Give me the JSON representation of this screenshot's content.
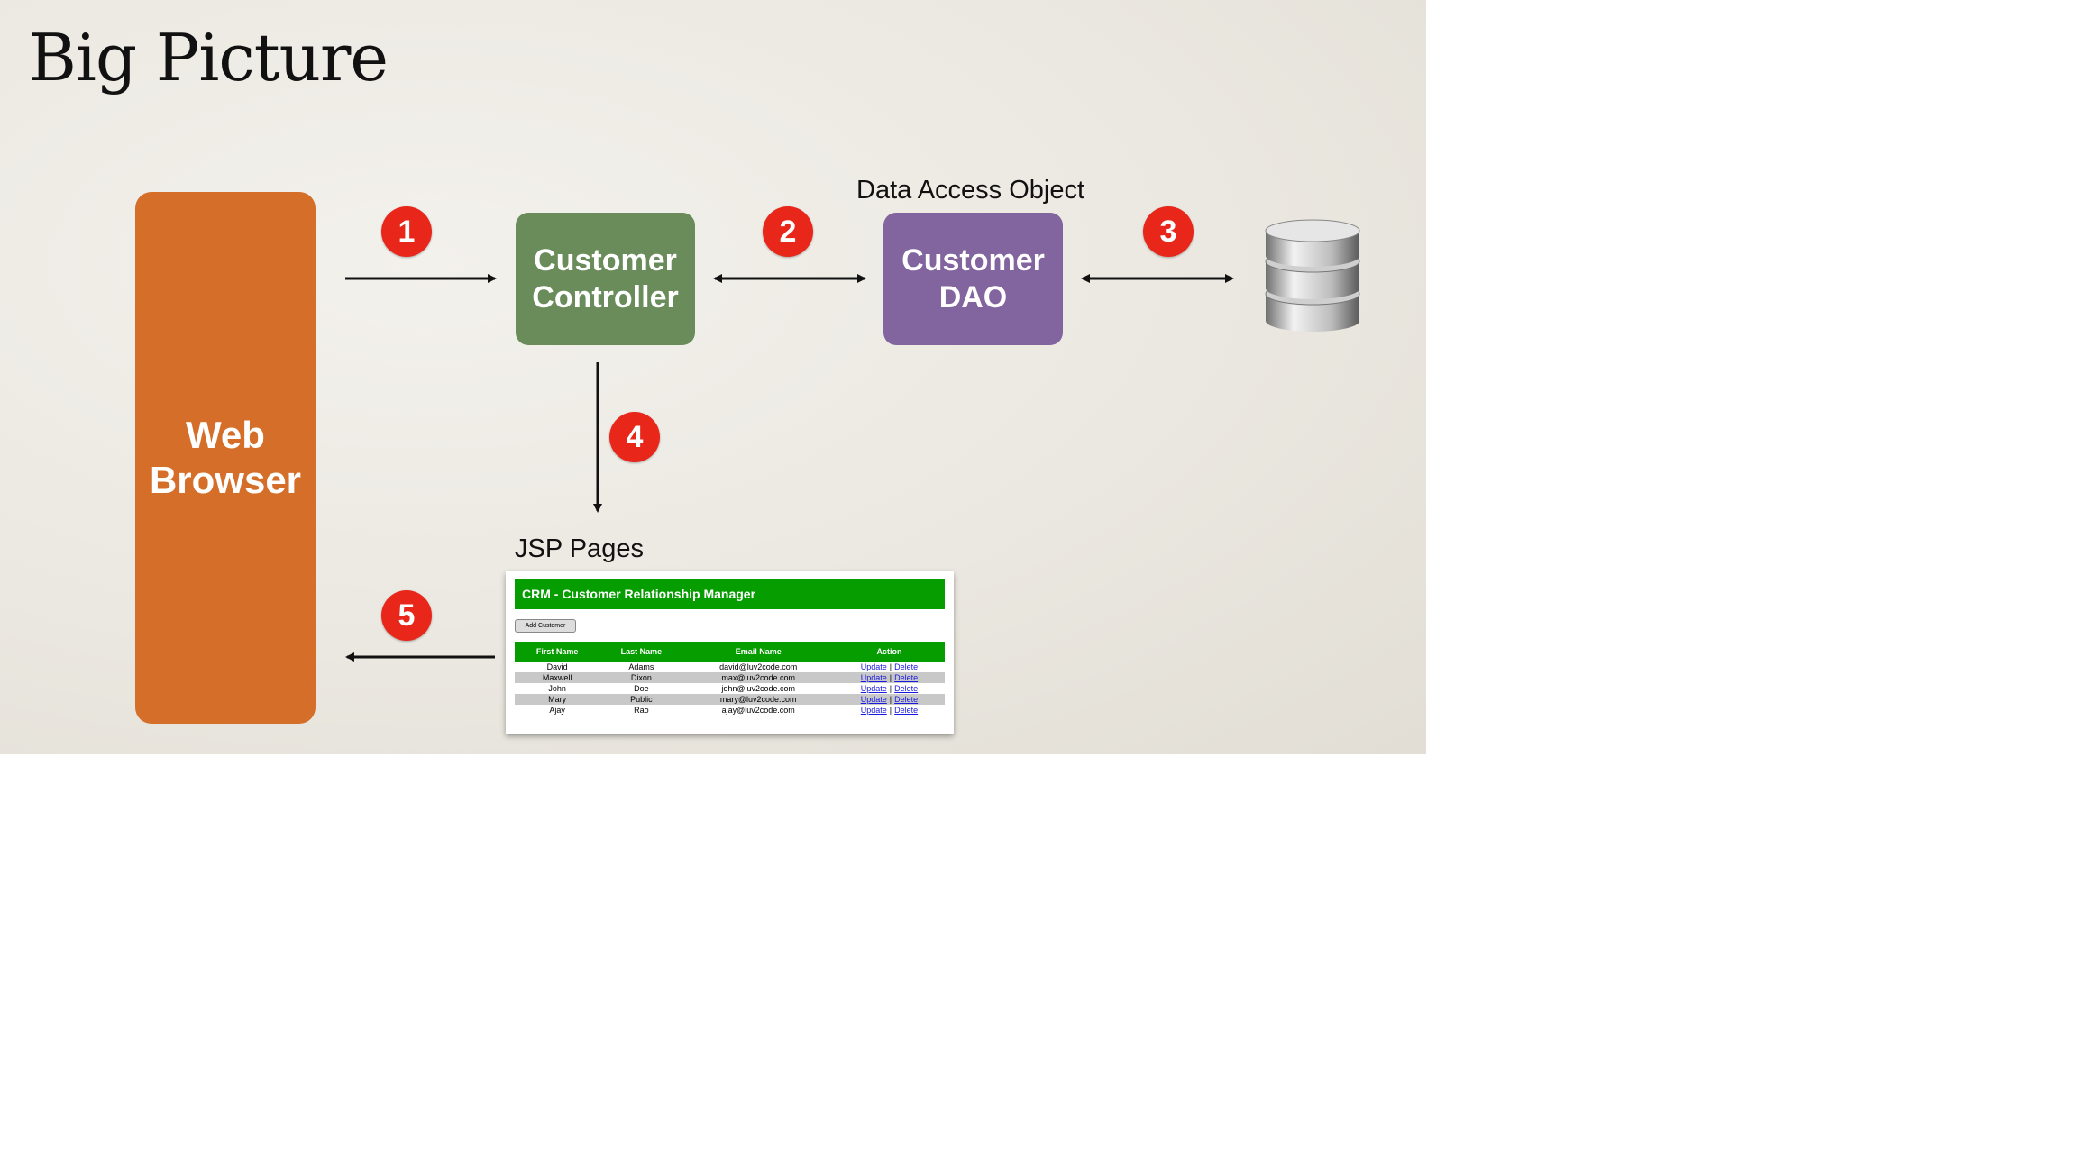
{
  "slide": {
    "title": "Big Picture"
  },
  "nodes": {
    "browser": "Web\nBrowser",
    "controller": "Customer\nController",
    "dao": "Customer\nDAO"
  },
  "labels": {
    "dao_heading": "Data Access Object",
    "jsp_heading": "JSP Pages"
  },
  "steps": [
    "1",
    "2",
    "3",
    "4",
    "5"
  ],
  "colors": {
    "browser": "#d46e28",
    "controller": "#6a8c5b",
    "dao": "#82649e",
    "badge": "#e8261a",
    "crm_green": "#069d00"
  },
  "icons": {
    "database": "database-icon"
  },
  "jsp_preview": {
    "header": "CRM - Customer Relationship Manager",
    "add_button": "Add Customer",
    "columns": [
      "First Name",
      "Last Name",
      "Email Name",
      "Action"
    ],
    "rows": [
      [
        "David",
        "Adams",
        "david@luv2code.com"
      ],
      [
        "Maxwell",
        "Dixon",
        "max@luv2code.com"
      ],
      [
        "John",
        "Doe",
        "john@luv2code.com"
      ],
      [
        "Mary",
        "Public",
        "mary@luv2code.com"
      ],
      [
        "Ajay",
        "Rao",
        "ajay@luv2code.com"
      ]
    ],
    "update_label": "Update",
    "delete_label": "Delete",
    "separator": "|"
  }
}
